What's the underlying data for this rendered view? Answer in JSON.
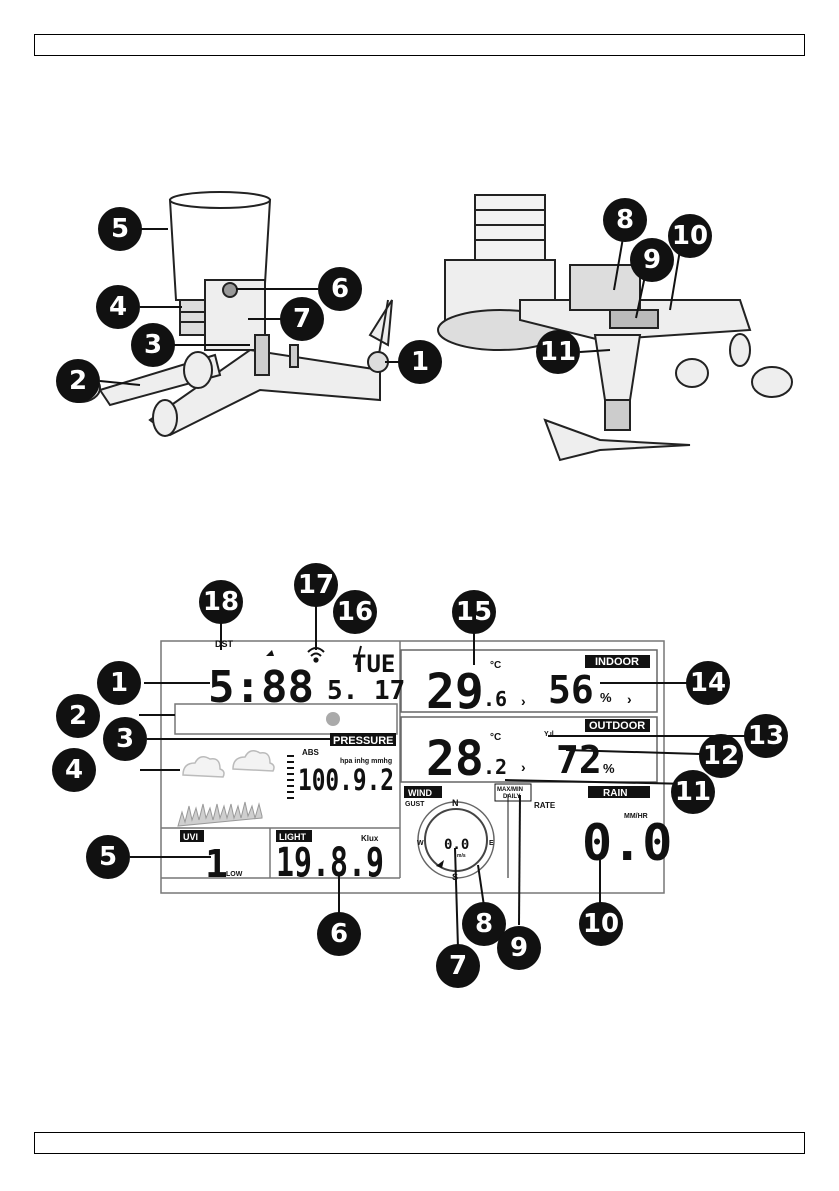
{
  "badges": {
    "sensor_left": [
      "5",
      "6",
      "4",
      "7",
      "3",
      "2",
      "1"
    ],
    "sensor_right": [
      "8",
      "10",
      "9",
      "11"
    ],
    "display_top": [
      "18",
      "17",
      "16",
      "15"
    ],
    "display_left": [
      "1",
      "2",
      "3",
      "4",
      "5"
    ],
    "display_right": [
      "14",
      "13",
      "12",
      "11"
    ],
    "display_bottom": [
      "6",
      "8",
      "9",
      "10",
      "7"
    ]
  },
  "lcd": {
    "dst": "DST",
    "time": "5:88",
    "day": "TUE",
    "date": "5. 17",
    "pressure_label": "PRESSURE",
    "abs": "ABS",
    "pressure_units": "hpa inhg mmhg",
    "pressure_value": "100.9.2",
    "uvi_label": "UVI",
    "uvi_value": "1",
    "uvi_level": "LOW",
    "light_label": "LIGHT",
    "light_units": "Klux",
    "light_value": "19.8.9",
    "indoor_label": "INDOOR",
    "indoor_temp_main": "29",
    "indoor_temp_dec": ".6",
    "indoor_temp_unit": "°C",
    "indoor_hum": "56",
    "indoor_hum_unit": "%",
    "outdoor_label": "OUTDOOR",
    "outdoor_temp_main": "28",
    "outdoor_temp_dec": ".2",
    "outdoor_temp_unit": "°C",
    "outdoor_hum": "72",
    "outdoor_hum_unit": "%",
    "wind_label": "WIND",
    "gust_label": "GUST",
    "wind_value": "0.0",
    "wind_unit": "m/s",
    "compass_n": "N",
    "compass_s": "S",
    "compass_e": "E",
    "compass_w": "W",
    "maxmin_label": "MAX/MIN",
    "daily_label": "DAILY",
    "rate_label": "RATE",
    "rain_label": "RAIN",
    "rain_unit": "MM/HR",
    "rain_value": "0.0"
  }
}
